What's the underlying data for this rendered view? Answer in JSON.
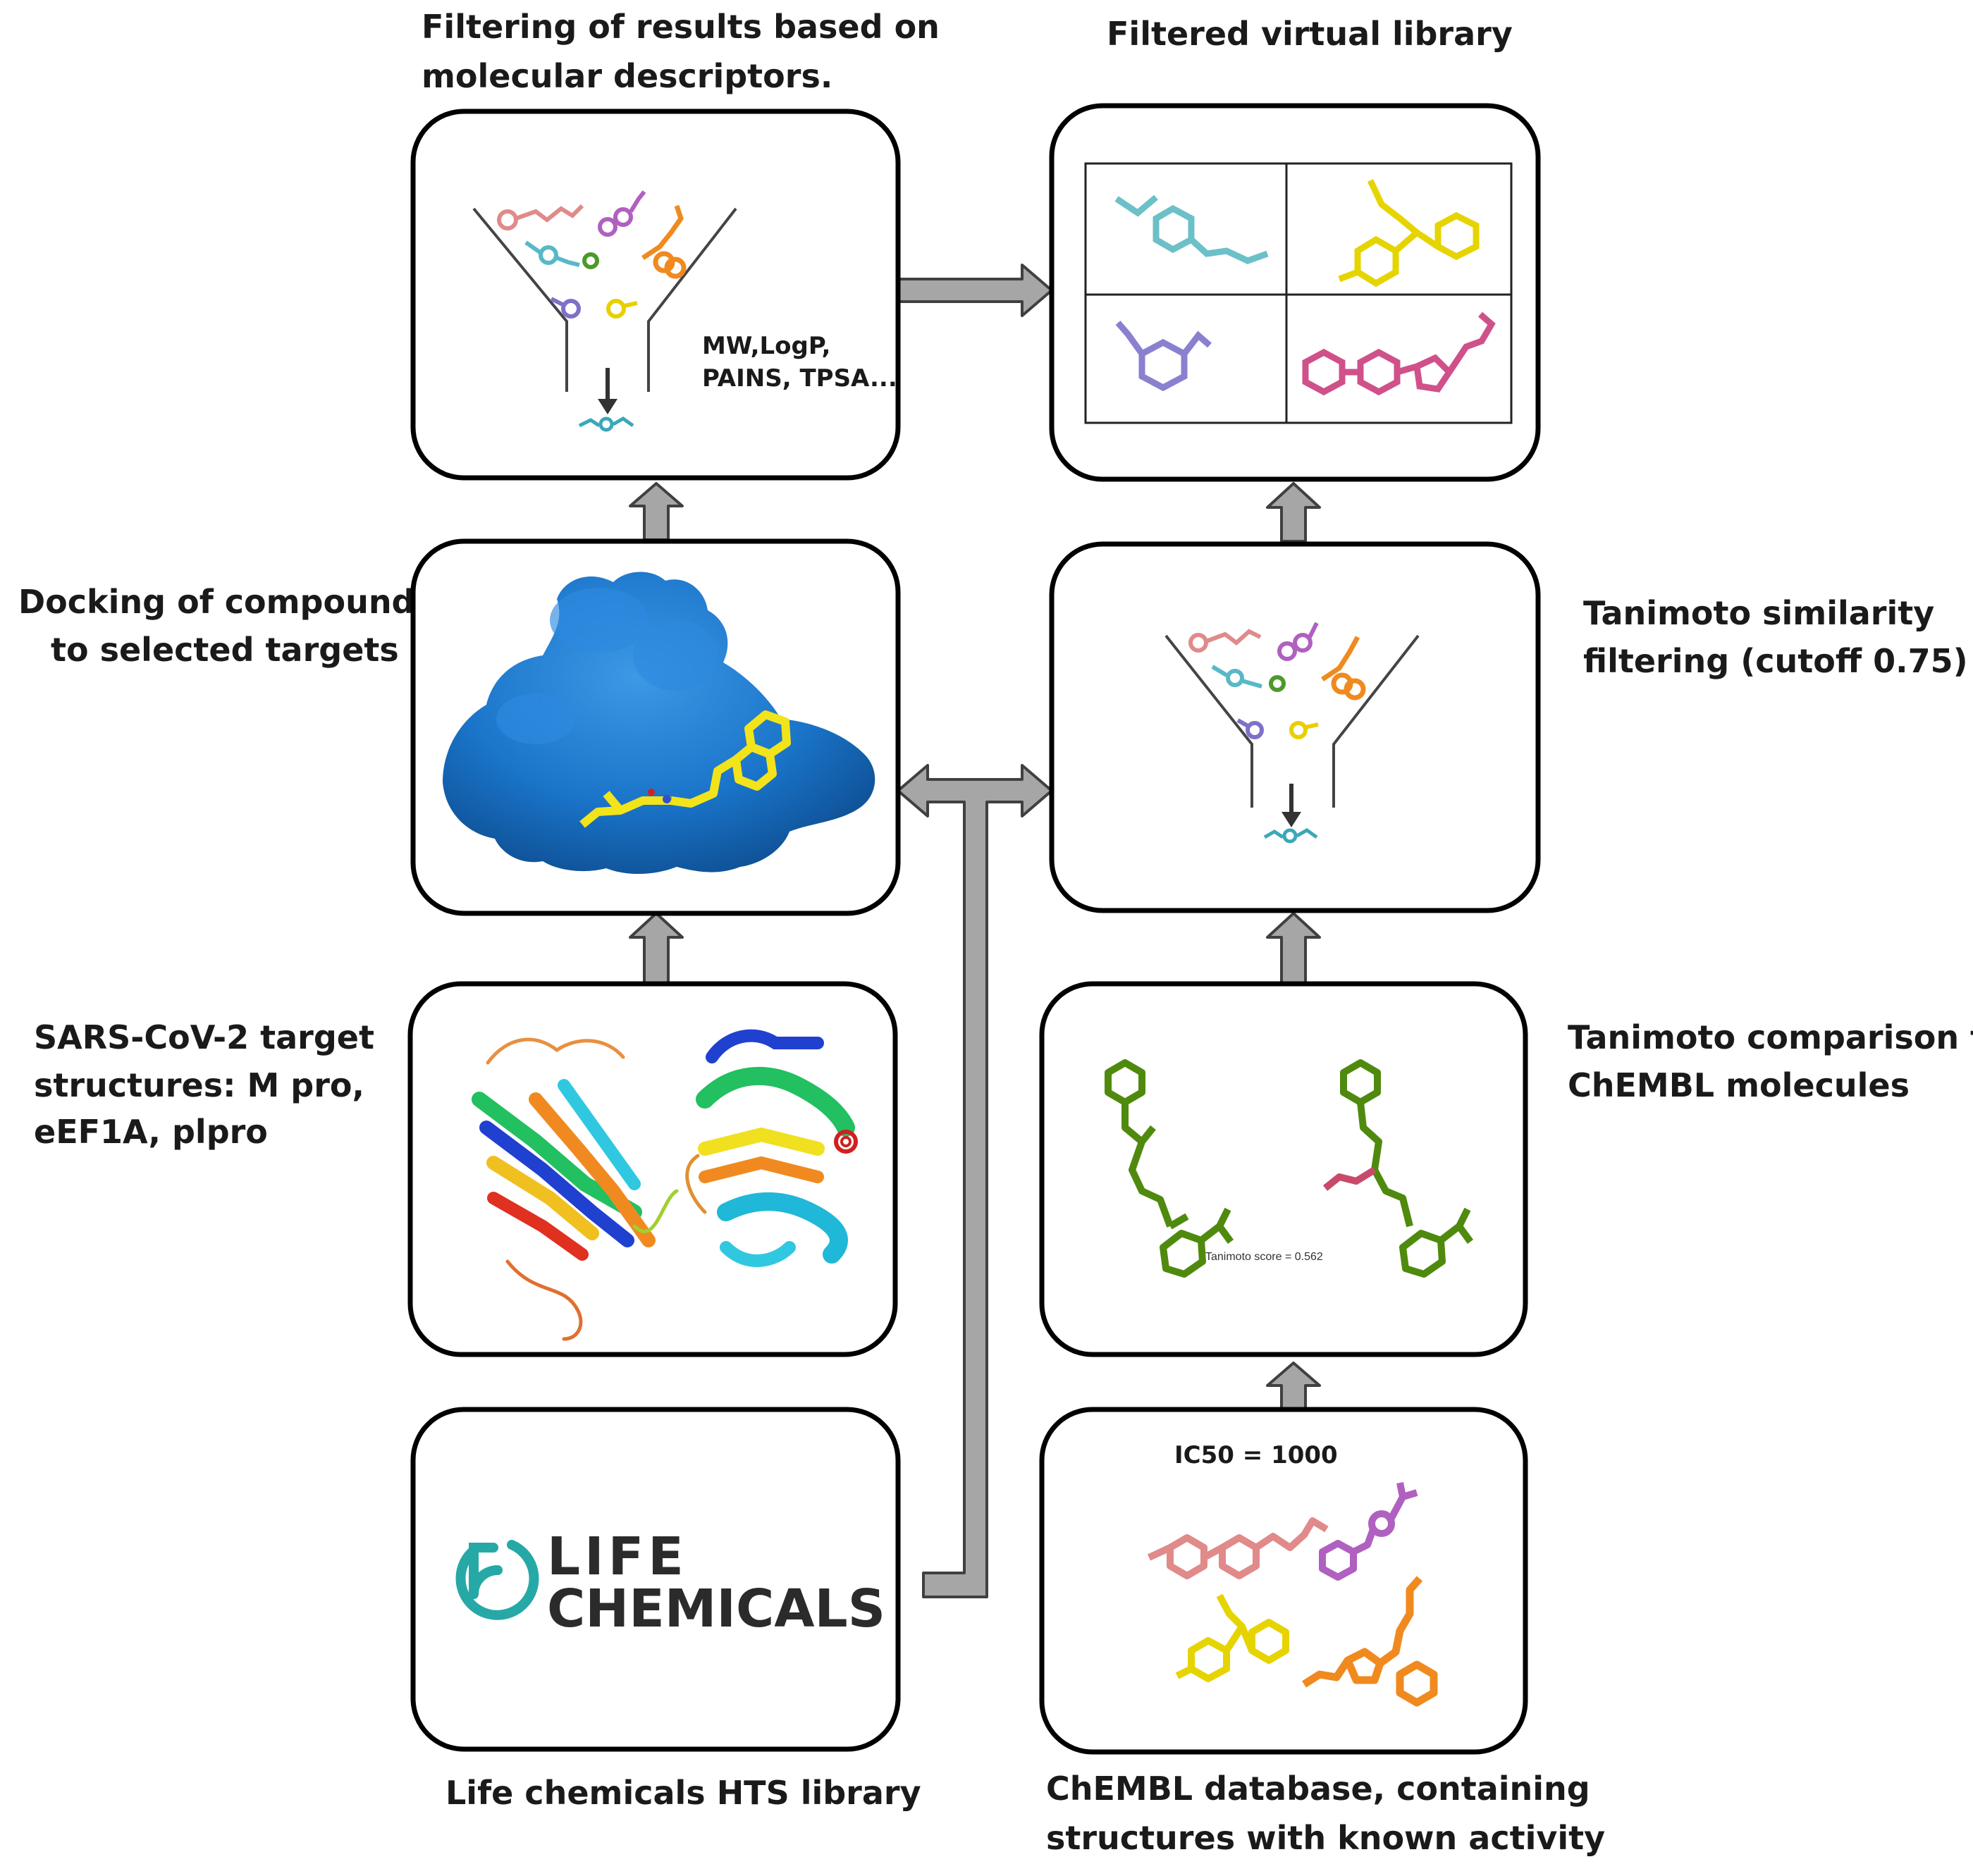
{
  "labels": {
    "filtering_line1": "Filtering of results based on",
    "filtering_line2": "molecular descriptors.",
    "filtered_library": "Filtered virtual library",
    "docking_line1": "Docking of compounds",
    "docking_line2": "to selected targets",
    "tanimoto_sim_line1": "Tanimoto similarity",
    "tanimoto_sim_line2": "filtering (cutoff 0.75)",
    "targets_line1": "SARS-CoV-2 target",
    "targets_line2": "structures: M pro,",
    "targets_line3": "eEF1A, plpro",
    "tanimoto_cmp_line1": "Tanimoto comparison to",
    "tanimoto_cmp_line2": "ChEMBL molecules",
    "life_library": "Life chemicals HTS library",
    "chembl_line1": "ChEMBL database, containing",
    "chembl_line2": "structures with known activity"
  },
  "box_text": {
    "descriptors_line1": "MW,LogP,",
    "descriptors_line2": "PAINS, TPSA...",
    "ic50": "IC50 = 1000",
    "tanimoto_score": "Tanimoto score = 0.562",
    "logo_line1": "LIFE",
    "logo_line2": "CHEMICALS"
  },
  "colors": {
    "protein_surface": "#1a74c9",
    "ligand_yellow": "#f2e31a",
    "logo_teal": "#26a9a6",
    "logo_dark": "#2b2b2b",
    "chembl_green": "#4f8a0e",
    "arrow_fill": "#a6a6a6"
  }
}
